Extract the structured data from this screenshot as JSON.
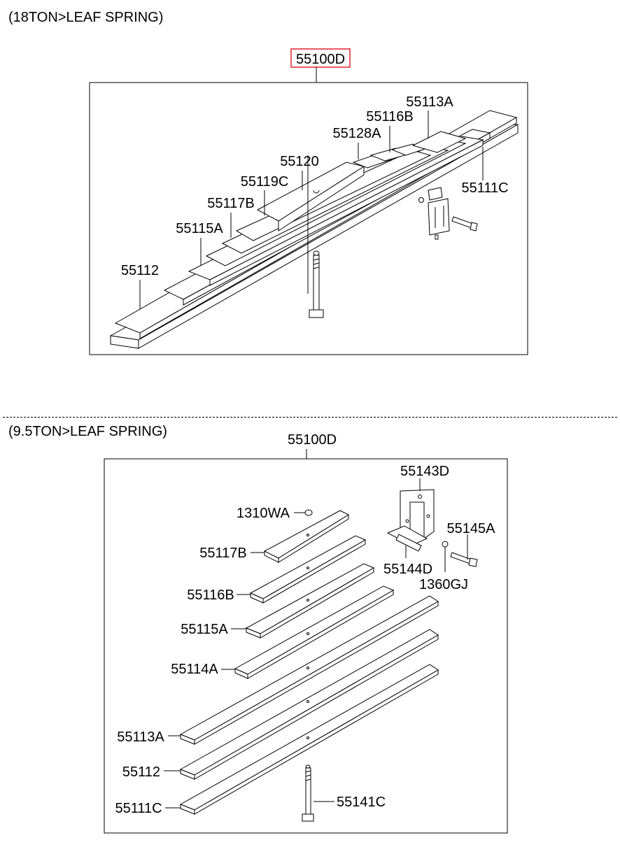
{
  "sections": [
    {
      "title": "(18TON>LEAF SPRING)",
      "assembly": {
        "part_no": "55100D",
        "highlight_color": "#e0242b"
      },
      "parts": [
        "55113A",
        "55116B",
        "55128A",
        "55120",
        "55119C",
        "55111C",
        "55117B",
        "55115A",
        "55112"
      ]
    },
    {
      "title": "(9.5TON>LEAF SPRING)",
      "assembly": {
        "part_no": "55100D"
      },
      "parts": [
        "55143D",
        "1310WA",
        "55145A",
        "55117B",
        "55144D",
        "1360GJ",
        "55116B",
        "55115A",
        "55114A",
        "55113A",
        "55112",
        "55111C",
        "55141C"
      ]
    }
  ]
}
